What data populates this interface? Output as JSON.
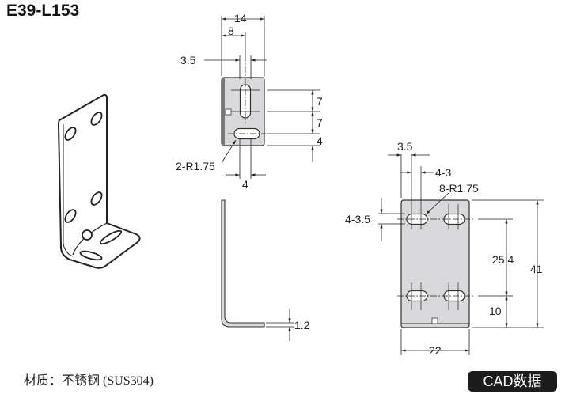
{
  "title": "E39-L153",
  "material": "材质：不锈钢 (SUS304)",
  "cad_button": "CAD数据",
  "colors": {
    "plate_fill": "#d9d9db",
    "cad_bg": "#1c1c1c"
  },
  "front_view": {
    "width": "14",
    "slot_offset": "8",
    "slot_width_top": "3.5",
    "pitch_1": "7",
    "pitch_2": "7",
    "bottom_offset": "4",
    "radius": "2-R1.75",
    "slot_width_bottom": "4"
  },
  "side_view": {
    "thickness": "1.2"
  },
  "back_view": {
    "slot_width": "3.5",
    "slot_length": "4-3",
    "radius": "8-R1.75",
    "slot_height": "4-3.5",
    "hole_pitch": "25.4",
    "bottom_offset": "10",
    "height": "41",
    "width": "22"
  }
}
